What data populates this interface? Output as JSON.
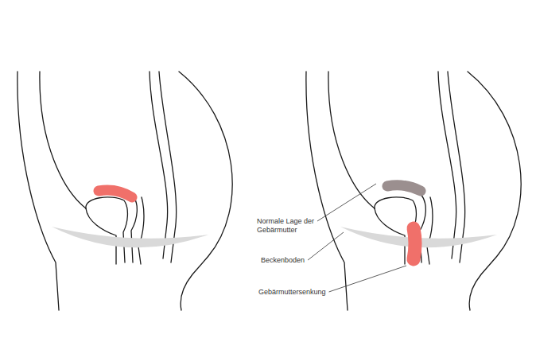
{
  "diagram": {
    "labels": [
      "Normale Lage der Gebärmutter",
      "Beckenboden",
      "Gebärmuttersenkung"
    ]
  }
}
